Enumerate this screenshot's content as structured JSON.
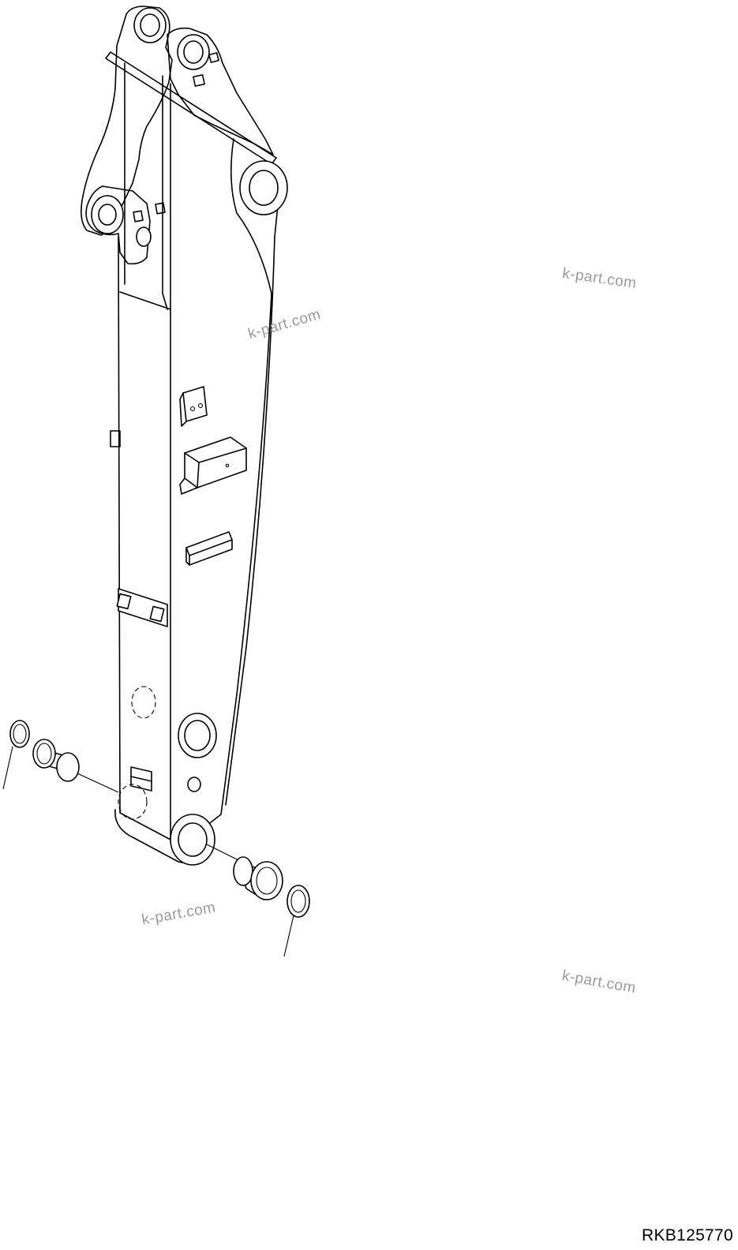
{
  "watermarks": [
    "k-part.com",
    "k-part.com",
    "k-part.com",
    "k-part.com"
  ],
  "drawing_code": "RKB125770"
}
